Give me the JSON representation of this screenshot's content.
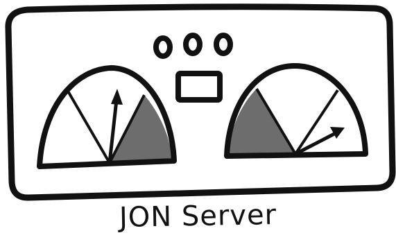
{
  "caption": "JON Server",
  "colors": {
    "outline": "#111111",
    "shaded": "#6d6d6d",
    "background": "#ffffff"
  },
  "icons": [
    "server-panel",
    "indicator-light",
    "display-slot",
    "gauge",
    "gauge-needle"
  ]
}
